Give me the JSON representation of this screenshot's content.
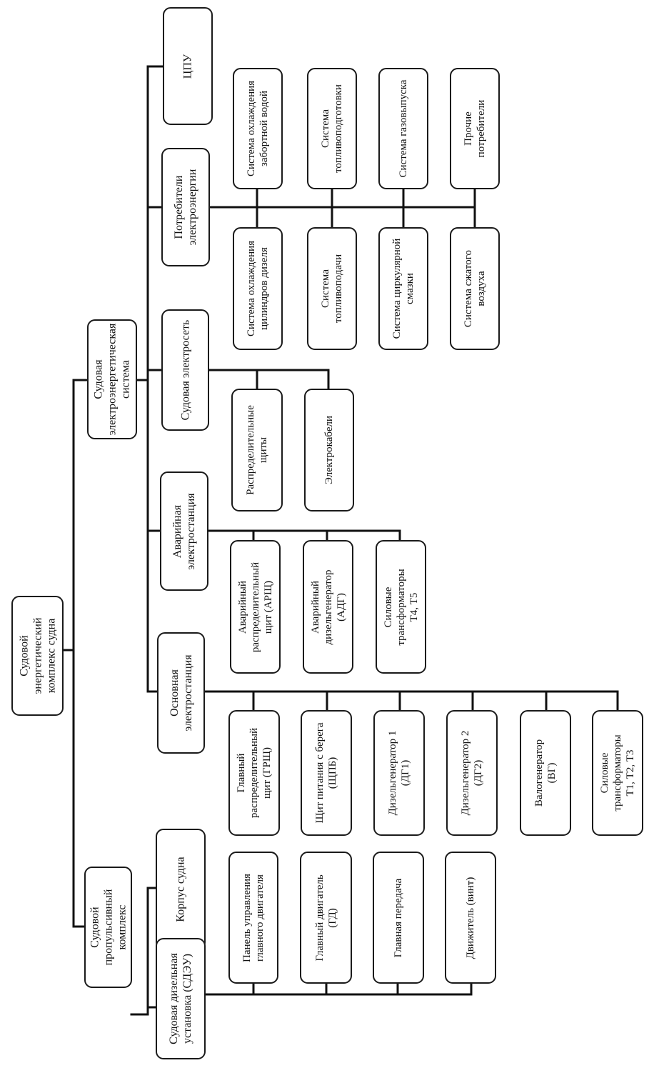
{
  "diagram": {
    "root": "Судовой\nэнергетический\nкомплекс судна",
    "propulsion_complex": "Судовой\nпропульсивный\nкомплекс",
    "diesel_plant": "Судовая дизельная\nустановка (СДЭУ)",
    "hull": "Корпус судна",
    "propulsion_items": [
      "Панель управления\nглавного двигателя",
      "Главный двигатель\n(ГД)",
      "Главная передача",
      "Движитель (винт)"
    ],
    "power_system": "Судовая\nэлектроэнергетическая\nсистема",
    "main_station": "Основная\nэлектростанция",
    "main_station_items": [
      "Главный\nраспределительный\nщит (ГРЩ)",
      "Щит питания с берега\n(ЩПБ)",
      "Дизельгенератор 1\n(ДГ1)",
      "Дизельгенератор 2\n(ДГ2)",
      "Валогенератор\n(ВГ)",
      "Силовые\nтрансформаторы\nТ1, Т2, Т3"
    ],
    "emergency_station": "Аварийная\nэлектростанция",
    "emergency_items": [
      "Аварийный\nраспределительный\nщит (АРЩ)",
      "Аварийный\nдизельгенератор\n(АДГ)",
      "Силовые\nтрансформаторы\nТ4, Т5"
    ],
    "network": "Судовая электросеть",
    "network_items": [
      "Распределительные\nщиты",
      "Электрокабели"
    ],
    "consumers": "Потребители\nэлектроэнергии",
    "consumers_lower": [
      "Система охлаждения\nцилиндров дизеля",
      "Система\nтопливоподачи",
      "Система циркулярной\nсмазки",
      "Система сжатого\nвоздуха"
    ],
    "consumers_upper": [
      "Система охлаждения\nзабортной водой",
      "Система\nтопливоподготовки",
      "Система газовыпуска",
      "Прочие\nпотребители"
    ],
    "cpu": "ЦПУ"
  }
}
